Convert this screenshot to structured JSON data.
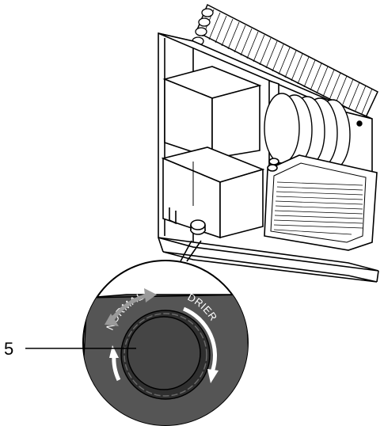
{
  "figure": {
    "callout": {
      "number": "5"
    },
    "dial": {
      "label_left": "NORMAL",
      "label_right": "DRIER"
    }
  },
  "colors": {
    "line": "#000000",
    "panel_gray": "#555555",
    "knob_gray": "#3a3a3a",
    "arrow_white": "#ffffff",
    "arrow_light": "#9a9a9a"
  }
}
